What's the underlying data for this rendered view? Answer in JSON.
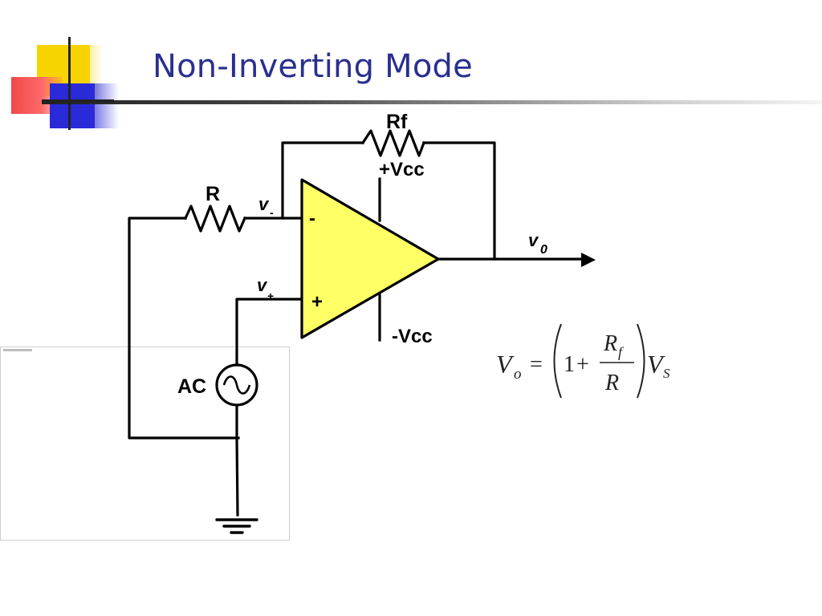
{
  "slide": {
    "title": "Non-Inverting Mode"
  },
  "circuit": {
    "labels": {
      "rf": "Rf",
      "r": "R",
      "pos_supply": "+Vcc",
      "neg_supply": "-Vcc",
      "inverting_input_sign": "-",
      "noninverting_input_sign": "+",
      "v_minus_base": "v",
      "v_minus_sub": "-",
      "v_plus_base": "v",
      "v_plus_sub": "+",
      "output_base": "v",
      "output_sub": "0",
      "source": "AC"
    },
    "icons": {
      "source": "ac-source-icon",
      "ground": "ground-icon",
      "output_arrow": "arrow-right-icon"
    },
    "colors": {
      "opamp_fill": "#ffff66",
      "wire": "#000000",
      "title": "#2a2f8f"
    }
  },
  "equation": {
    "lhs_base": "V",
    "lhs_sub": "o",
    "equals": "=",
    "one": "1",
    "plus": "+",
    "num_base": "R",
    "num_sub": "f",
    "den": "R",
    "rhs_base": "V",
    "rhs_sub": "S"
  }
}
